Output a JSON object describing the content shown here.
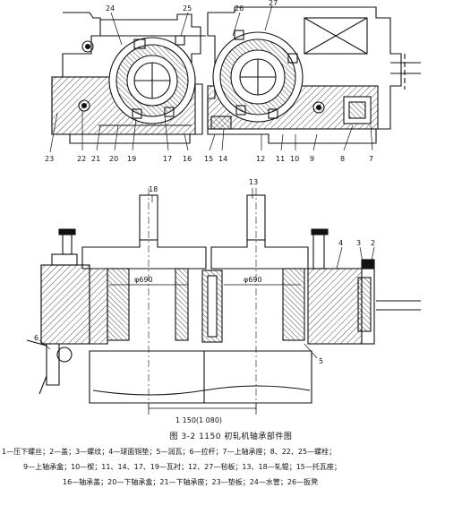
{
  "top_labels": [
    "24",
    "25",
    "26",
    "27",
    "23",
    "22",
    "21",
    "20",
    "19",
    "17",
    "16",
    "15",
    "14",
    "12",
    "11",
    "10",
    "9",
    "8",
    "7"
  ],
  "mid_labels": [
    "18",
    "13",
    "4",
    "3",
    "2",
    "6",
    "5"
  ],
  "dims": {
    "dia_left": "φ690",
    "dia_right": "φ690",
    "span": "1 150(1 080)"
  },
  "caption": {
    "title": "图 3-2   1150 初轧机轴承部件图",
    "legend": [
      "1—压下螺丝；2—盖；3—螺纹；4—球面铜垫；5—润瓦；6—拉杆；7—上轴承座；8、22、25—螺栓；",
      "9—上轴承盒；10—楔；11、14、17、19—瓦衬；12、27—毡板；13、18—轧辊；15—托瓦座；",
      "16—轴承盖；20—下轴承盒；21—下轴承座；23—垫板；24—水管；26—扳凳"
    ]
  }
}
